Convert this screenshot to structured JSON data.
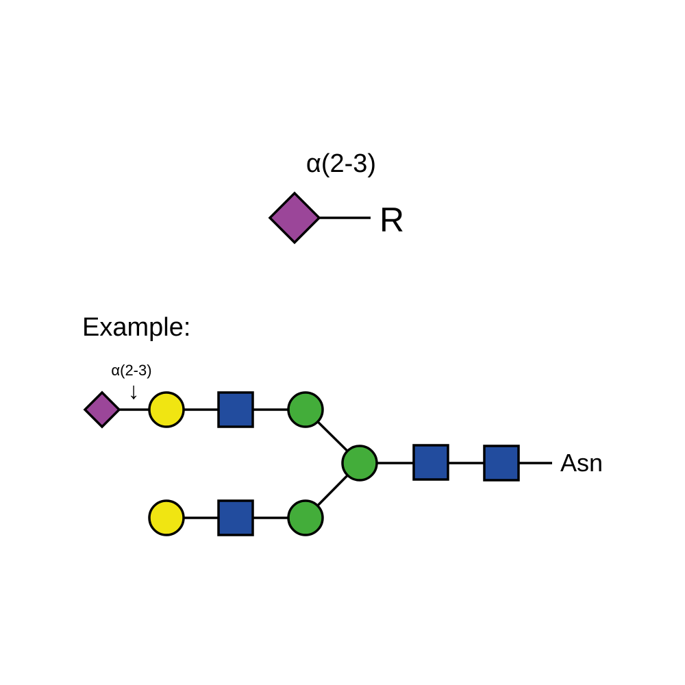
{
  "legend": {
    "linkage_label": "α(2-3)",
    "reducing_end_label": "R"
  },
  "example": {
    "heading": "Example:",
    "linkage_label": "α(2-3)",
    "arrow_glyph": "↓",
    "reducing_end_label": "Asn"
  },
  "colors": {
    "sialic_acid": "#9b4699",
    "galactose": "#f0e512",
    "glcnac": "#224c9e",
    "mannose": "#43ad3a",
    "line": "#000000"
  },
  "icons": {
    "sialic_acid": "purple-diamond-icon",
    "galactose": "yellow-circle-icon",
    "glcnac": "blue-square-icon",
    "mannose": "green-circle-icon"
  }
}
